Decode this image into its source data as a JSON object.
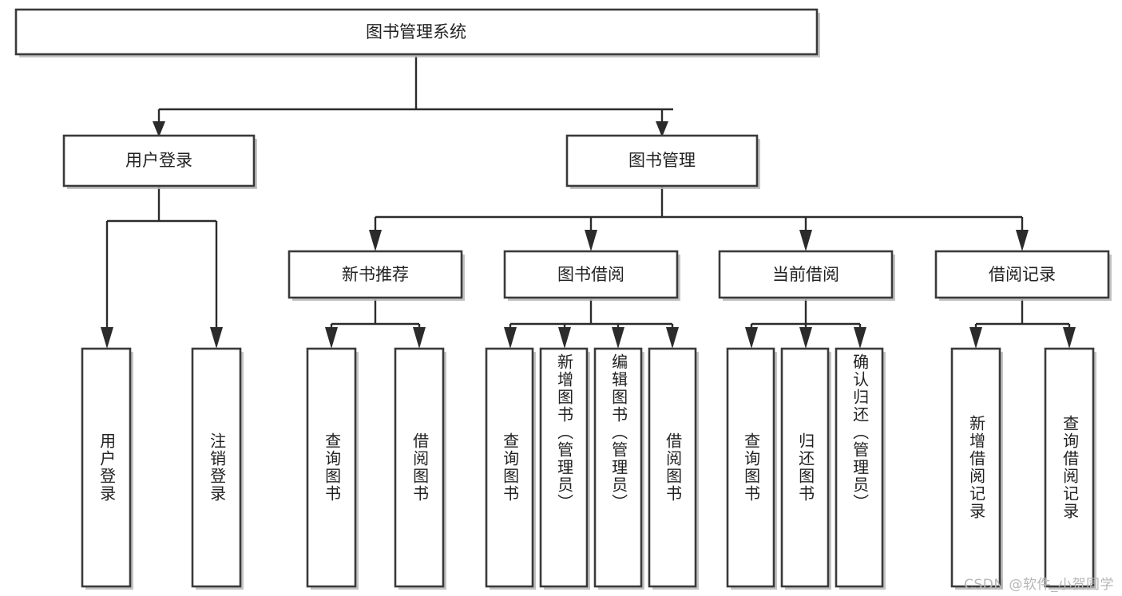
{
  "diagram": {
    "title": "图书管理系统",
    "type": "hierarchy-tree",
    "watermark": "CSDN @软件_小贺同学",
    "colors": {
      "box_stroke": "#3a3a3a",
      "connector": "#2b2b2b",
      "background": "#ffffff",
      "text": "#222222",
      "watermark": "#b6b6b6"
    },
    "levels": [
      {
        "level": 1,
        "nodes": [
          {
            "id": "root",
            "label": "图书管理系统",
            "orientation": "horizontal"
          }
        ]
      },
      {
        "level": 2,
        "nodes": [
          {
            "id": "login",
            "label": "用户登录",
            "orientation": "horizontal",
            "parent": "root"
          },
          {
            "id": "bookmgmt",
            "label": "图书管理",
            "orientation": "horizontal",
            "parent": "root"
          }
        ]
      },
      {
        "level": 3,
        "nodes": [
          {
            "id": "newbook",
            "label": "新书推荐",
            "orientation": "horizontal",
            "parent": "bookmgmt"
          },
          {
            "id": "borrow",
            "label": "图书借阅",
            "orientation": "horizontal",
            "parent": "bookmgmt"
          },
          {
            "id": "current",
            "label": "当前借阅",
            "orientation": "horizontal",
            "parent": "bookmgmt"
          },
          {
            "id": "records",
            "label": "借阅记录",
            "orientation": "horizontal",
            "parent": "bookmgmt"
          }
        ]
      },
      {
        "level": 4,
        "nodes": [
          {
            "id": "leaf-1",
            "label": "用户登录",
            "orientation": "vertical",
            "parent": "login"
          },
          {
            "id": "leaf-2",
            "label": "注销登录",
            "orientation": "vertical",
            "parent": "login"
          },
          {
            "id": "leaf-3",
            "label": "查询图书",
            "orientation": "vertical",
            "parent": "newbook"
          },
          {
            "id": "leaf-4",
            "label": "借阅图书",
            "orientation": "vertical",
            "parent": "newbook"
          },
          {
            "id": "leaf-5",
            "label": "查询图书",
            "orientation": "vertical",
            "parent": "borrow"
          },
          {
            "id": "leaf-6",
            "label": "新增图书（管理员）",
            "orientation": "vertical",
            "parent": "borrow"
          },
          {
            "id": "leaf-7",
            "label": "编辑图书（管理员）",
            "orientation": "vertical",
            "parent": "borrow"
          },
          {
            "id": "leaf-8",
            "label": "借阅图书",
            "orientation": "vertical",
            "parent": "borrow"
          },
          {
            "id": "leaf-9",
            "label": "查询图书",
            "orientation": "vertical",
            "parent": "current"
          },
          {
            "id": "leaf-10",
            "label": "归还图书",
            "orientation": "vertical",
            "parent": "current"
          },
          {
            "id": "leaf-11",
            "label": "确认归还（管理员）",
            "orientation": "vertical",
            "parent": "current"
          },
          {
            "id": "leaf-12",
            "label": "新增借阅记录",
            "orientation": "vertical",
            "parent": "records"
          },
          {
            "id": "leaf-13",
            "label": "查询借阅记录",
            "orientation": "vertical",
            "parent": "records"
          }
        ]
      }
    ]
  }
}
